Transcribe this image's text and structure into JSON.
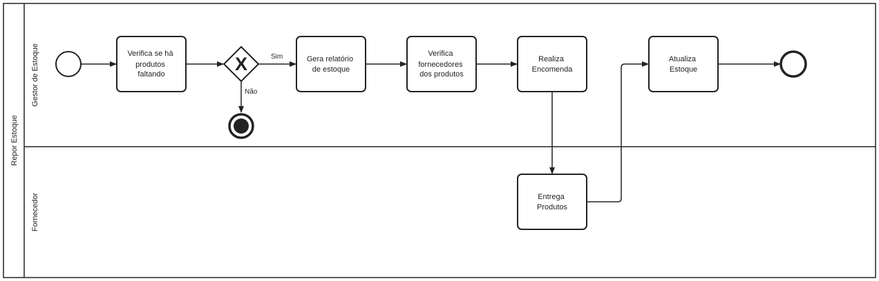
{
  "pool": {
    "label": "Repor Estoque"
  },
  "lanes": [
    {
      "id": "gestor",
      "label": "Gestor de Estoque"
    },
    {
      "id": "fornecedor",
      "label": "Fornecedor"
    }
  ],
  "tasks": [
    {
      "id": "t1",
      "lines": [
        "Verifica se há",
        "produtos",
        "faltando"
      ]
    },
    {
      "id": "t2",
      "lines": [
        "Gera relatório",
        "de estoque"
      ]
    },
    {
      "id": "t3",
      "lines": [
        "Verifica",
        "fornecedores",
        "dos produtos"
      ]
    },
    {
      "id": "t4",
      "lines": [
        "Realiza",
        "Encomenda"
      ]
    },
    {
      "id": "t5",
      "lines": [
        "Atualiza",
        "Estoque"
      ]
    },
    {
      "id": "t6",
      "lines": [
        "Entrega",
        "Produtos"
      ]
    }
  ],
  "gateway": {
    "type": "exclusive",
    "symbol": "X"
  },
  "flow_labels": {
    "yes": "Sim",
    "no": "Não"
  },
  "colors": {
    "stroke": "#222222",
    "fill": "#ffffff",
    "text": "#222222"
  }
}
